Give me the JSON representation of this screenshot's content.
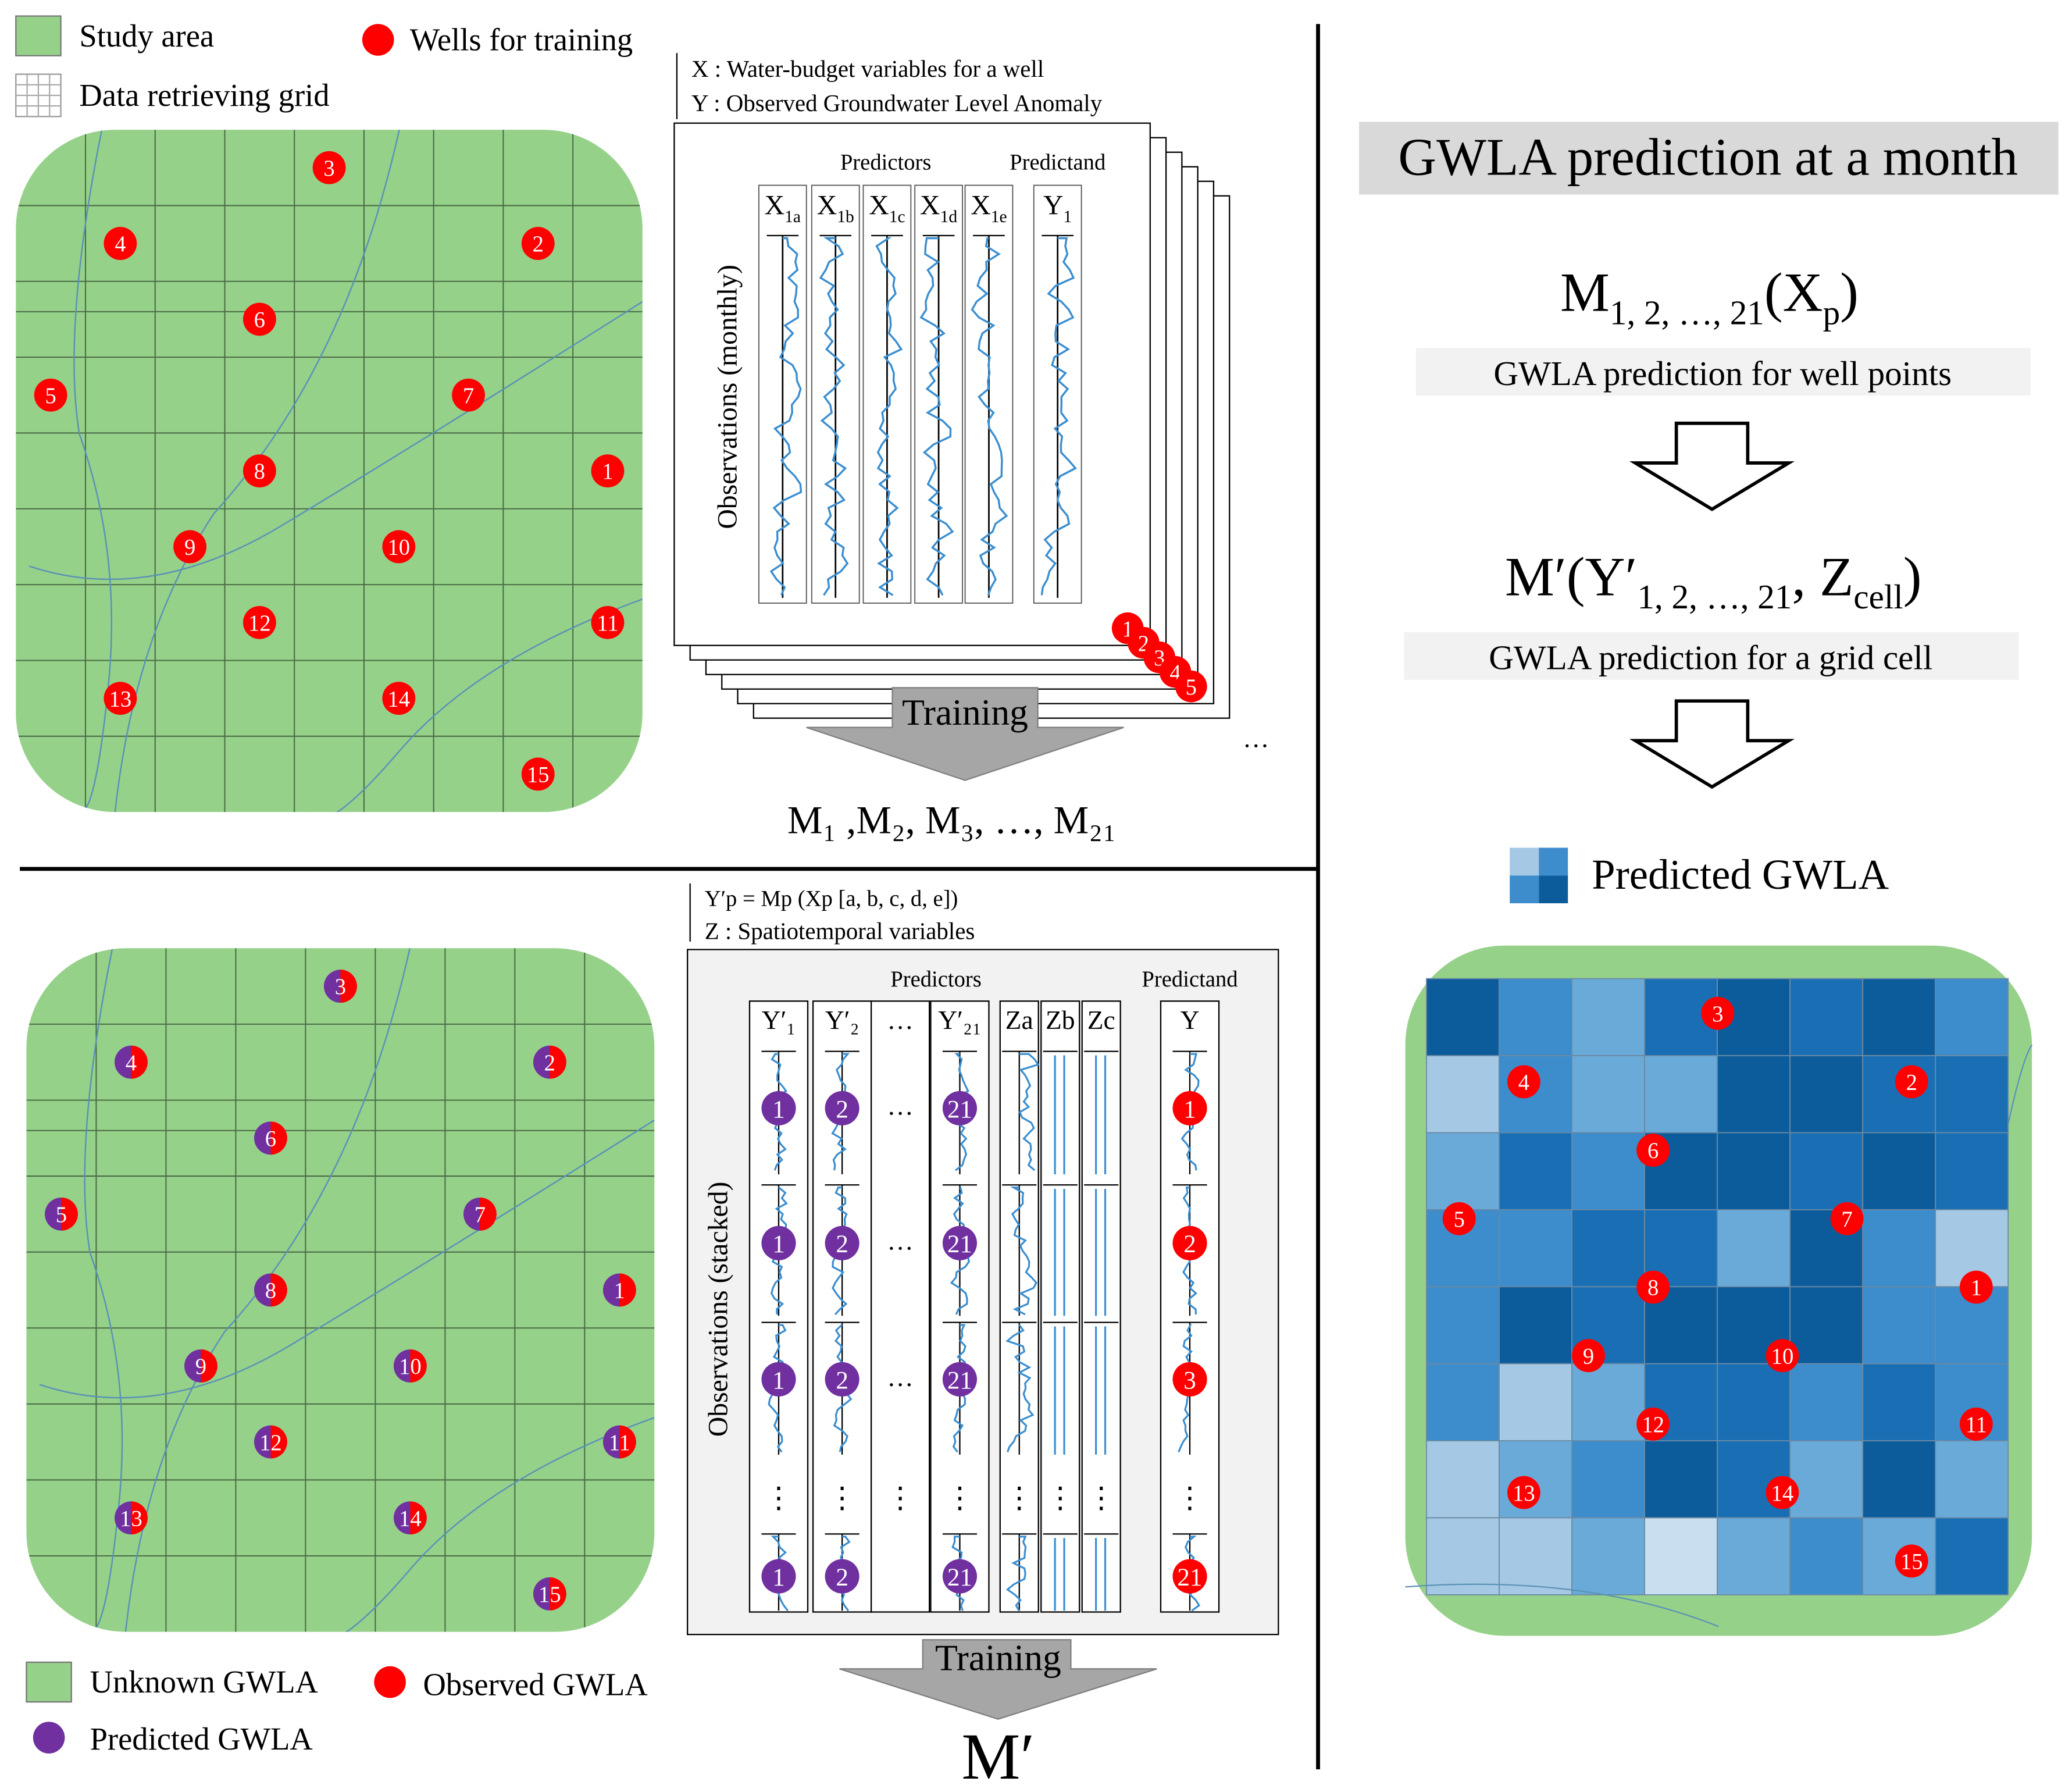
{
  "legend_top": {
    "study_area": "Study area",
    "wells_for_training": "Wells for training",
    "data_retrieving_grid": "Data retrieving grid"
  },
  "legend_bottom": {
    "unknown_gwla": "Unknown GWLA",
    "observed_gwla": "Observed GWLA",
    "predicted_gwla": "Predicted GWLA"
  },
  "colors": {
    "study_area": "#96d18a",
    "observed_well": "#ff0000",
    "predicted_well": "#7030a0",
    "series_line": "#3a8ed0",
    "header_box": "#d9d9d9",
    "blues": [
      "#c9dff0",
      "#a5c8e5",
      "#6aaad8",
      "#3d8ccb",
      "#1a6fb4",
      "#0c5c9c"
    ]
  },
  "stage1": {
    "x_def": "X : Water-budget variables for a well",
    "y_def": "Y : Observed Groundwater Level Anomaly",
    "predictors": "Predictors",
    "predictand": "Predictand",
    "columns": [
      {
        "base": "X",
        "sub": "1a"
      },
      {
        "base": "X",
        "sub": "1b"
      },
      {
        "base": "X",
        "sub": "1c"
      },
      {
        "base": "X",
        "sub": "1d"
      },
      {
        "base": "X",
        "sub": "1e"
      },
      {
        "base": "Y",
        "sub": "1"
      }
    ],
    "axis_label": "Observations (monthly)",
    "sheet_numbers": [
      "1",
      "2",
      "3",
      "4",
      "5"
    ],
    "ellipsis": "…",
    "training": "Training",
    "models": "M₁ ,M₂, M₃, …, M₂₁"
  },
  "stage2": {
    "y_def": "Y′p = Mp (Xp [a, b, c, d, e])",
    "z_def": "Z : Spatiotemporal variables",
    "predictors": "Predictors",
    "predictand": "Predictand",
    "columns": [
      "Y′₁",
      "Y′₂",
      "…",
      "Y′₂₁",
      "Za",
      "Zb",
      "Zc",
      "Y"
    ],
    "axis_label": "Observations (stacked)",
    "rows": [
      {
        "pred": [
          "1",
          "2",
          "21"
        ],
        "obs": "1"
      },
      {
        "pred": [
          "1",
          "2",
          "21"
        ],
        "obs": "2"
      },
      {
        "pred": [
          "1",
          "2",
          "21"
        ],
        "obs": "3"
      },
      {
        "pred": [
          "1",
          "2",
          "21"
        ],
        "obs": "21"
      }
    ],
    "ellipsis": "…",
    "vdots": "⋮",
    "training": "Training",
    "model": "M′"
  },
  "right": {
    "title": "GWLA prediction at a month",
    "formula1": "M1, 2, …, 21(Xp)",
    "caption1": "GWLA prediction for well points",
    "formula2": "M′(Y′1, 2, …, 21, Zcell)",
    "caption2": "GWLA prediction for a grid cell",
    "legend_label": "Predicted GWLA"
  },
  "wells": [
    {
      "id": "1",
      "x": 8,
      "y": 4
    },
    {
      "id": "2",
      "x": 7,
      "y": 1
    },
    {
      "id": "3",
      "x": 4,
      "y": 0
    },
    {
      "id": "4",
      "x": 1,
      "y": 1
    },
    {
      "id": "5",
      "x": 0,
      "y": 3
    },
    {
      "id": "6",
      "x": 3,
      "y": 2
    },
    {
      "id": "7",
      "x": 6,
      "y": 3
    },
    {
      "id": "8",
      "x": 3,
      "y": 4
    },
    {
      "id": "9",
      "x": 2,
      "y": 5
    },
    {
      "id": "10",
      "x": 5,
      "y": 5
    },
    {
      "id": "11",
      "x": 8,
      "y": 6
    },
    {
      "id": "12",
      "x": 3,
      "y": 6
    },
    {
      "id": "13",
      "x": 1,
      "y": 7
    },
    {
      "id": "14",
      "x": 5,
      "y": 7
    },
    {
      "id": "15",
      "x": 7,
      "y": 8
    }
  ],
  "heatmap_levels": [
    [
      5,
      3,
      2,
      4,
      5,
      4,
      5,
      3
    ],
    [
      1,
      3,
      2,
      2,
      5,
      5,
      4,
      4
    ],
    [
      2,
      4,
      3,
      5,
      5,
      4,
      5,
      4
    ],
    [
      3,
      3,
      4,
      4,
      2,
      5,
      3,
      1
    ],
    [
      3,
      5,
      4,
      5,
      5,
      5,
      3,
      3
    ],
    [
      3,
      1,
      2,
      4,
      4,
      3,
      4,
      3
    ],
    [
      1,
      2,
      3,
      5,
      4,
      2,
      5,
      2
    ],
    [
      1,
      1,
      2,
      0,
      2,
      3,
      2,
      4
    ]
  ]
}
